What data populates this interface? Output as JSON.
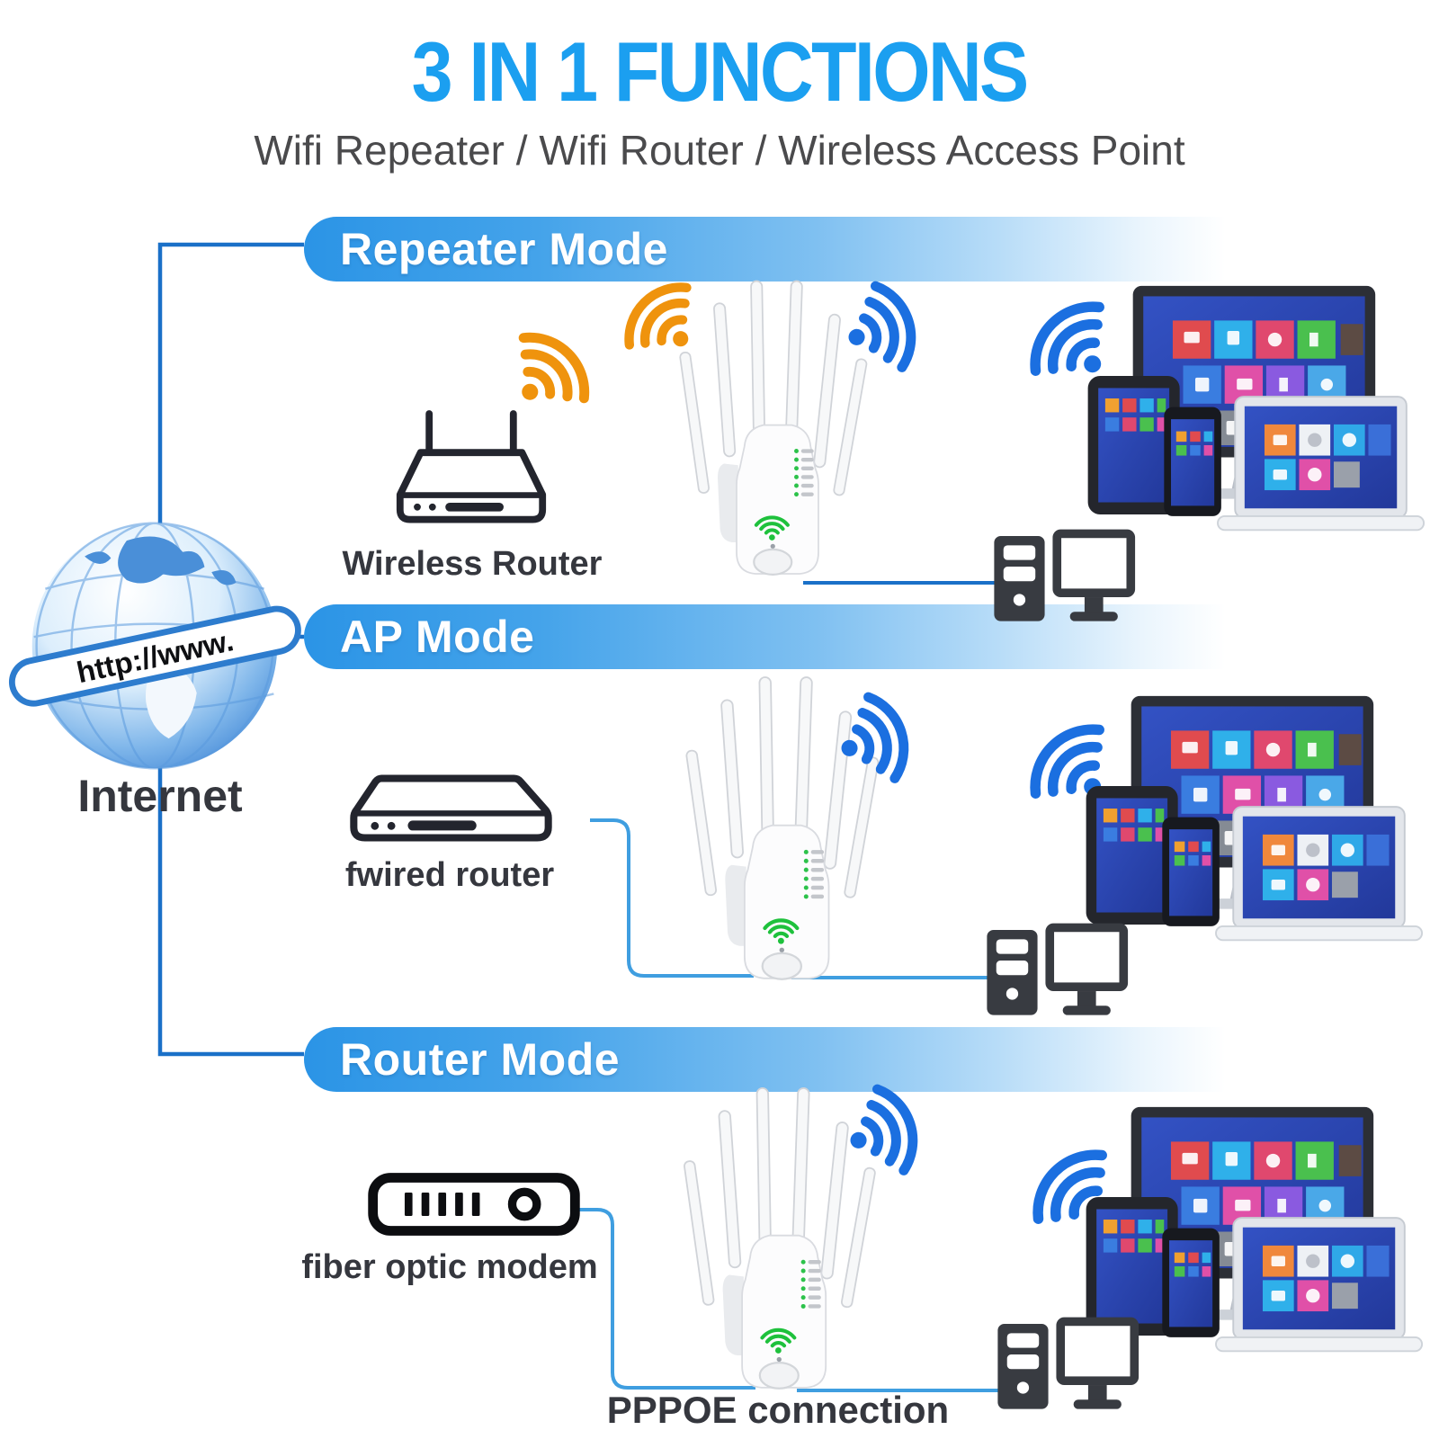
{
  "header": {
    "title": "3 IN 1 FUNCTIONS",
    "subtitle": "Wifi Repeater / Wifi Router / Wireless Access Point"
  },
  "internet": {
    "label": "Internet",
    "ribbon": "http://www."
  },
  "sections": {
    "repeater": {
      "banner": "Repeater Mode",
      "source_label": "Wireless Router"
    },
    "ap": {
      "banner": "AP Mode",
      "source_label": "fwired router"
    },
    "router": {
      "banner": "Router Mode",
      "source_label": "fiber optic modem",
      "connection_label": "PPPOE connection"
    }
  },
  "colors": {
    "title_blue": "#1b9ff0",
    "banner_blue": "#2b94e6",
    "connector_blue": "#1a70c8",
    "cable_blue": "#3f9ee0",
    "wifi_orange": "#ef930d",
    "wifi_blue": "#1b6fe0",
    "indicator_green": "#1ec13c",
    "label_dark": "#35373e"
  }
}
